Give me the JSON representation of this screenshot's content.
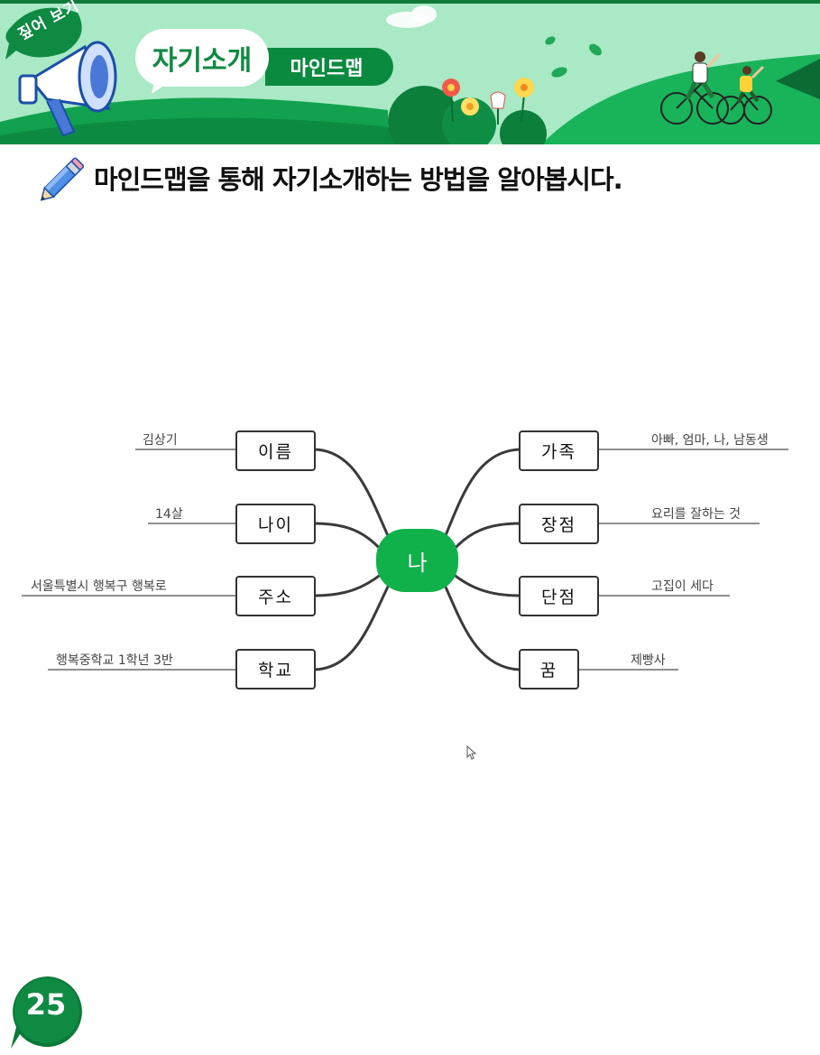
{
  "header": {
    "badge": "짚어 보기",
    "title": "자기소개",
    "subtitle": "마인드맵"
  },
  "instruction": "마인드맵을 통해 자기소개하는 방법을 알아봅시다.",
  "mindmap": {
    "center": "나",
    "left": [
      {
        "label": "이름",
        "detail": "김상기"
      },
      {
        "label": "나이",
        "detail": "14살"
      },
      {
        "label": "주소",
        "detail": "서울특별시 행복구 행복로"
      },
      {
        "label": "학교",
        "detail": "행복중학교 1학년 3반"
      }
    ],
    "right": [
      {
        "label": "가족",
        "detail": "아빠, 엄마, 나, 남동생"
      },
      {
        "label": "장점",
        "detail": "요리를 잘하는 것"
      },
      {
        "label": "단점",
        "detail": "고집이 세다"
      },
      {
        "label": "꿈",
        "detail": "제빵사"
      }
    ]
  },
  "page_number": "25",
  "colors": {
    "brand_green": "#0a8a3e",
    "center_green": "#10b14a",
    "banner_mint": "#a9e9c5"
  }
}
